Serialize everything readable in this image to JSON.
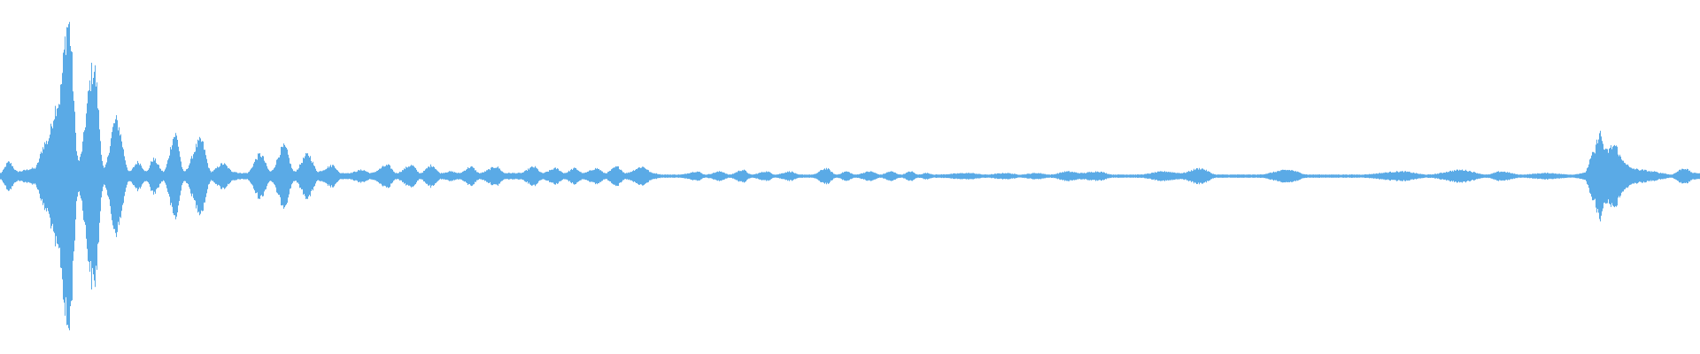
{
  "waveform": {
    "color": "#5aaae6",
    "background": "#ffffff",
    "amplitude_envelope": [
      [
        0.0,
        0.02
      ],
      [
        0.005,
        0.09
      ],
      [
        0.01,
        0.03
      ],
      [
        0.02,
        0.05
      ],
      [
        0.027,
        0.22
      ],
      [
        0.034,
        0.48
      ],
      [
        0.04,
        1.0
      ],
      [
        0.046,
        0.1
      ],
      [
        0.055,
        0.7
      ],
      [
        0.061,
        0.05
      ],
      [
        0.068,
        0.36
      ],
      [
        0.076,
        0.03
      ],
      [
        0.081,
        0.09
      ],
      [
        0.086,
        0.03
      ],
      [
        0.09,
        0.11
      ],
      [
        0.096,
        0.03
      ],
      [
        0.103,
        0.27
      ],
      [
        0.108,
        0.03
      ],
      [
        0.118,
        0.23
      ],
      [
        0.124,
        0.03
      ],
      [
        0.131,
        0.08
      ],
      [
        0.137,
        0.03
      ],
      [
        0.141,
        0.02
      ],
      [
        0.145,
        0.02
      ],
      [
        0.153,
        0.14
      ],
      [
        0.159,
        0.03
      ],
      [
        0.167,
        0.19
      ],
      [
        0.173,
        0.03
      ],
      [
        0.181,
        0.14
      ],
      [
        0.187,
        0.03
      ],
      [
        0.196,
        0.07
      ],
      [
        0.2,
        0.02
      ],
      [
        0.205,
        0.02
      ],
      [
        0.213,
        0.04
      ],
      [
        0.218,
        0.02
      ],
      [
        0.228,
        0.07
      ],
      [
        0.233,
        0.02
      ],
      [
        0.242,
        0.07
      ],
      [
        0.247,
        0.02
      ],
      [
        0.254,
        0.07
      ],
      [
        0.259,
        0.02
      ],
      [
        0.265,
        0.03
      ],
      [
        0.27,
        0.02
      ],
      [
        0.277,
        0.06
      ],
      [
        0.282,
        0.02
      ],
      [
        0.292,
        0.06
      ],
      [
        0.297,
        0.02
      ],
      [
        0.301,
        0.02
      ],
      [
        0.306,
        0.02
      ],
      [
        0.314,
        0.06
      ],
      [
        0.319,
        0.02
      ],
      [
        0.327,
        0.05
      ],
      [
        0.332,
        0.02
      ],
      [
        0.338,
        0.05
      ],
      [
        0.343,
        0.02
      ],
      [
        0.351,
        0.05
      ],
      [
        0.356,
        0.02
      ],
      [
        0.363,
        0.06
      ],
      [
        0.368,
        0.02
      ],
      [
        0.378,
        0.06
      ],
      [
        0.384,
        0.02
      ],
      [
        0.39,
        0.01
      ],
      [
        0.4,
        0.01
      ],
      [
        0.41,
        0.03
      ],
      [
        0.415,
        0.01
      ],
      [
        0.424,
        0.03
      ],
      [
        0.429,
        0.01
      ],
      [
        0.437,
        0.04
      ],
      [
        0.442,
        0.01
      ],
      [
        0.451,
        0.03
      ],
      [
        0.456,
        0.01
      ],
      [
        0.465,
        0.03
      ],
      [
        0.47,
        0.01
      ],
      [
        0.478,
        0.01
      ],
      [
        0.486,
        0.05
      ],
      [
        0.492,
        0.01
      ],
      [
        0.498,
        0.03
      ],
      [
        0.503,
        0.01
      ],
      [
        0.512,
        0.03
      ],
      [
        0.518,
        0.01
      ],
      [
        0.524,
        0.03
      ],
      [
        0.53,
        0.01
      ],
      [
        0.536,
        0.03
      ],
      [
        0.54,
        0.01
      ],
      [
        0.545,
        0.02
      ],
      [
        0.55,
        0.01
      ],
      [
        0.57,
        0.02
      ],
      [
        0.58,
        0.01
      ],
      [
        0.592,
        0.02
      ],
      [
        0.6,
        0.01
      ],
      [
        0.61,
        0.02
      ],
      [
        0.618,
        0.01
      ],
      [
        0.628,
        0.03
      ],
      [
        0.636,
        0.02
      ],
      [
        0.646,
        0.03
      ],
      [
        0.655,
        0.01
      ],
      [
        0.67,
        0.01
      ],
      [
        0.685,
        0.03
      ],
      [
        0.695,
        0.02
      ],
      [
        0.706,
        0.05
      ],
      [
        0.716,
        0.01
      ],
      [
        0.74,
        0.01
      ],
      [
        0.758,
        0.04
      ],
      [
        0.77,
        0.01
      ],
      [
        0.8,
        0.01
      ],
      [
        0.825,
        0.03
      ],
      [
        0.84,
        0.01
      ],
      [
        0.86,
        0.04
      ],
      [
        0.875,
        0.01
      ],
      [
        0.883,
        0.03
      ],
      [
        0.895,
        0.01
      ],
      [
        0.91,
        0.02
      ],
      [
        0.925,
        0.01
      ],
      [
        0.932,
        0.02
      ],
      [
        0.938,
        0.15
      ],
      [
        0.941,
        0.28
      ],
      [
        0.945,
        0.16
      ],
      [
        0.95,
        0.2
      ],
      [
        0.955,
        0.1
      ],
      [
        0.96,
        0.05
      ],
      [
        0.966,
        0.04
      ],
      [
        0.972,
        0.03
      ],
      [
        0.978,
        0.02
      ],
      [
        0.983,
        0.01
      ],
      [
        0.991,
        0.05
      ],
      [
        0.997,
        0.02
      ],
      [
        1.0,
        0.02
      ]
    ]
  }
}
